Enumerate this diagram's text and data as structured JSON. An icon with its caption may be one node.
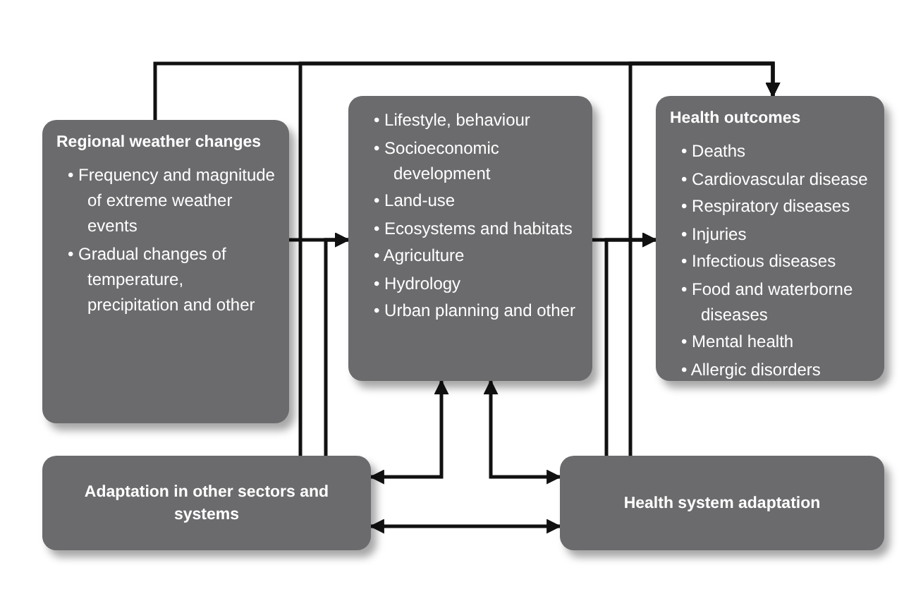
{
  "diagram": {
    "nodes": [
      {
        "text": [
          "Regional weather changes",
          "• Frequency and magnitude of extreme weather events",
          "• Gradual changes of temperature, precipitation and other"
        ]
      },
      {
        "text": [
          "• Lifestyle, behaviour",
          "• Socioeconomic development",
          "• Land-use",
          "• Ecosystems and habitats",
          "• Agriculture",
          "• Hydrology",
          "• Urban planning and other"
        ]
      },
      {
        "text": [
          "Health outcomes",
          "• Deaths",
          "• Cardiovascular disease",
          "• Respiratory diseases",
          "• Injuries",
          "• Infectious diseases",
          "• Food and waterborne diseases",
          "• Mental health",
          "• Allergic disorders"
        ]
      },
      {
        "text": [
          "Adaptation in other sectors and systems"
        ]
      },
      {
        "text": [
          "Health system adaptation"
        ]
      }
    ],
    "edges": [
      {
        "from": 0,
        "to": 2,
        "arrow": "to"
      },
      {
        "from": 0,
        "to": 1,
        "arrow": "to"
      },
      {
        "from": 3,
        "to": 2,
        "arrow": "to"
      },
      {
        "from": 3,
        "to": 1,
        "arrow": "to"
      },
      {
        "from": 1,
        "to": 2,
        "arrow": "to"
      },
      {
        "from": 4,
        "to": 2,
        "arrow": "to"
      },
      {
        "from": 4,
        "to": 2,
        "arrow": "to"
      },
      {
        "from": 3,
        "to": 1,
        "arrow": "both"
      },
      {
        "from": 1,
        "to": 4,
        "arrow": "both"
      },
      {
        "from": 3,
        "to": 4,
        "arrow": "both"
      }
    ]
  }
}
